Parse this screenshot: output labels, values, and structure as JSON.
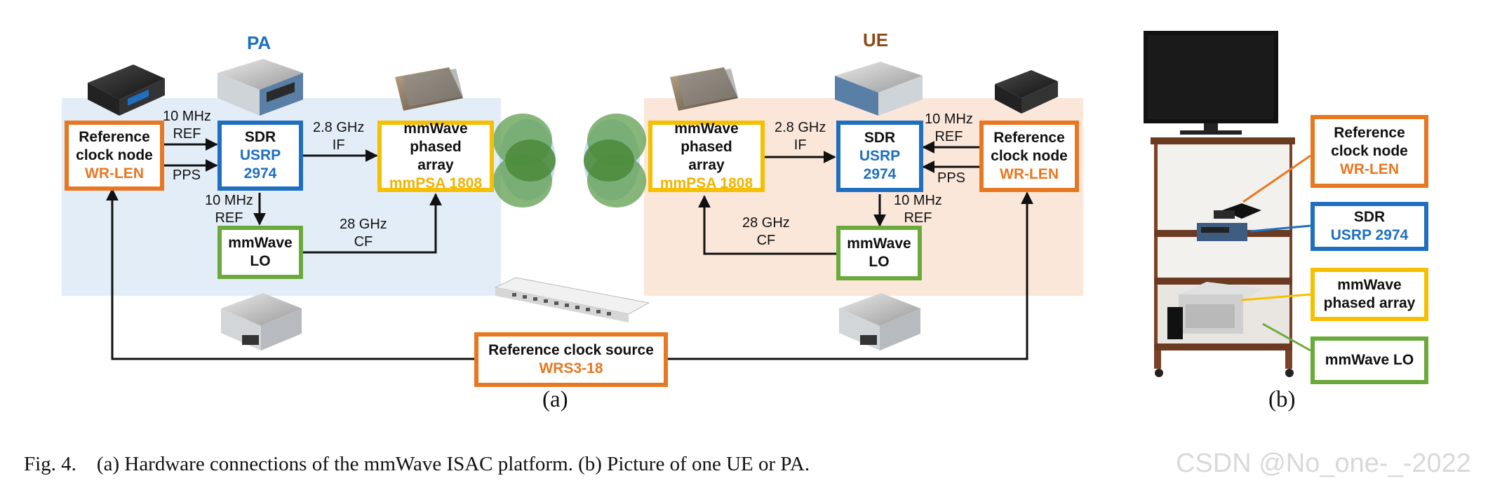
{
  "panel_a": {
    "pa": {
      "title": "PA",
      "ref_node": {
        "line1": "Reference",
        "line2": "clock node",
        "line3": "WR-LEN"
      },
      "sdr": {
        "line1": "SDR",
        "line2": "USRP",
        "line3": "2974"
      },
      "phased": {
        "line1": "mmWave",
        "line2": "phased",
        "line3": "array",
        "line4": "mmPSA 1808"
      },
      "lo": {
        "line1": "mmWave",
        "line2": "LO"
      },
      "ref_label": {
        "line1": "10 MHz",
        "line2": "REF"
      },
      "pps_label": "PPS",
      "if_label": {
        "line1": "2.8 GHz",
        "line2": "IF"
      },
      "lo_ref_label": {
        "line1": "10 MHz",
        "line2": "REF"
      },
      "cf_label": {
        "line1": "28 GHz",
        "line2": "CF"
      }
    },
    "ue": {
      "title": "UE",
      "ref_node": {
        "line1": "Reference",
        "line2": "clock node",
        "line3": "WR-LEN"
      },
      "sdr": {
        "line1": "SDR",
        "line2": "USRP",
        "line3": "2974"
      },
      "phased": {
        "line1": "mmWave",
        "line2": "phased",
        "line3": "array",
        "line4": "mmPSA 1808"
      },
      "lo": {
        "line1": "mmWave",
        "line2": "LO"
      },
      "ref_label": {
        "line1": "10 MHz",
        "line2": "REF"
      },
      "pps_label": "PPS",
      "if_label": {
        "line1": "2.8 GHz",
        "line2": "IF"
      },
      "lo_ref_label": {
        "line1": "10 MHz",
        "line2": "REF"
      },
      "cf_label": {
        "line1": "28 GHz",
        "line2": "CF"
      }
    },
    "source": {
      "line1": "Reference clock source",
      "line2": "WRS3-18"
    },
    "label": "(a)"
  },
  "panel_b": {
    "ref_node": {
      "line1": "Reference",
      "line2": "clock node",
      "line3": "WR-LEN"
    },
    "sdr": {
      "line1": "SDR",
      "line2": "USRP 2974"
    },
    "phased": {
      "line1": "mmWave",
      "line2": "phased array"
    },
    "lo": {
      "line1": "mmWave LO"
    },
    "label": "(b)"
  },
  "caption": "Fig. 4.    (a) Hardware connections of the mmWave ISAC platform. (b) Picture of one UE or PA.",
  "watermark": "CSDN @No_one-_-2022",
  "colors": {
    "orange": "#e87722",
    "blue": "#1e6fc0",
    "yellow": "#f5c000",
    "green": "#6aaa3a",
    "pa_bg": "#e3edf7",
    "ue_bg": "#fbe7da"
  }
}
